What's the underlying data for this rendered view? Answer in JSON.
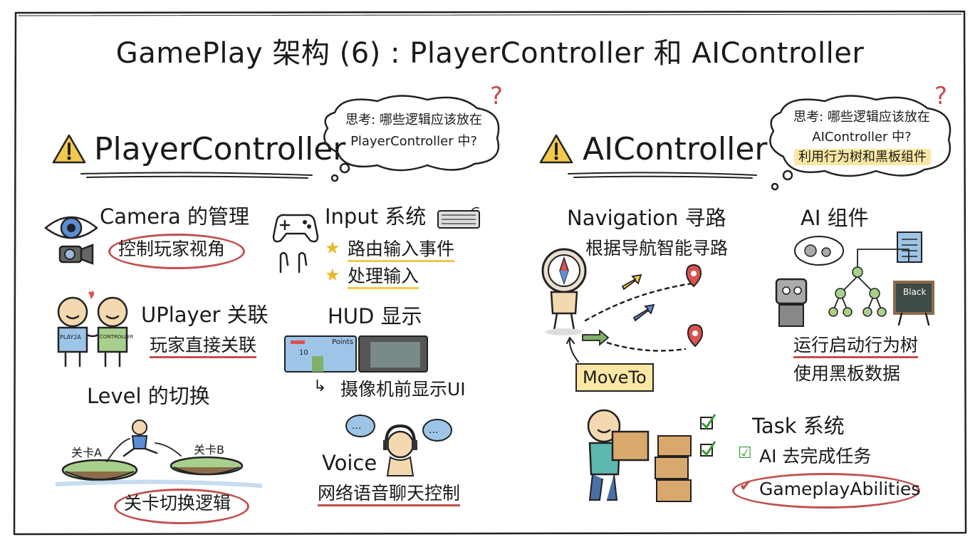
{
  "title": "GamePlay 架构 (6) : PlayerController 和 AIController",
  "left": {
    "heading": "PlayerController",
    "bubble": [
      "思考: 哪些逻辑应该放在",
      "PlayerController 中?"
    ],
    "camera": {
      "title": "Camera 的管理",
      "desc": "控制玩家视角"
    },
    "input": {
      "title": "Input 系统",
      "items": [
        "路由输入事件",
        "处理输入"
      ]
    },
    "uplayer": {
      "title": "UPlayer 关联",
      "desc": "玩家直接关联",
      "shirt_left": "PLAY2A",
      "shirt_right": "CONTROLLER"
    },
    "hud": {
      "title": "HUD 显示",
      "desc": "摄像机前显示UI",
      "screen_points": "Points",
      "screen_count": "10"
    },
    "level": {
      "title": "Level 的切换",
      "desc": "关卡切换逻辑",
      "island_a": "关卡A",
      "island_b": "关卡B"
    },
    "voice": {
      "title": "Voice",
      "desc": "网络语音聊天控制"
    }
  },
  "right": {
    "heading": "AIController",
    "bubble": [
      "思考: 哪些逻辑应该放在",
      "AIController 中?",
      "利用行为树和黑板组件"
    ],
    "navigation": {
      "title": "Navigation 寻路",
      "desc": "根据导航智能寻路",
      "moveto": "MoveTo"
    },
    "ai": {
      "title": "AI 组件",
      "lines": [
        "运行启动行为树",
        "使用黑板数据"
      ],
      "board": "Black"
    },
    "task": {
      "title": "Task 系统",
      "items": [
        "AI 去完成任务",
        "GameplayAbilities"
      ]
    }
  },
  "colors": {
    "red": "#c0504d",
    "yellow": "#f2c94c",
    "highlight": "#fbe7a3",
    "green": "#7fb069",
    "blue": "#4a90d9"
  }
}
